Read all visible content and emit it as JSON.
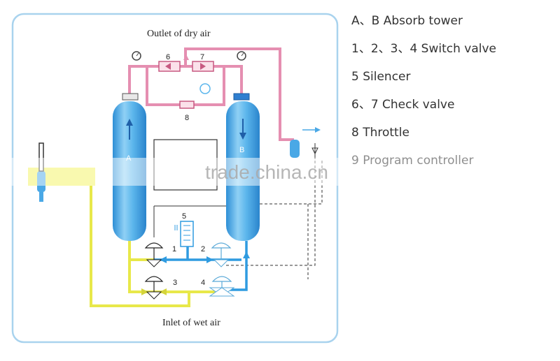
{
  "diagram": {
    "outlet_label": "Outlet of dry air",
    "inlet_label": "Inlet of wet air",
    "tower_a_label": "A",
    "tower_b_label": "B",
    "callouts": {
      "n1": "1",
      "n2": "2",
      "n3": "3",
      "n4": "4",
      "n5": "5",
      "n6": "6",
      "n7": "7",
      "n8": "8"
    },
    "watermark": "trade.china.cn",
    "colors": {
      "dry_air_pipe": "#e58fb1",
      "wet_air_pipe": "#e8e84a",
      "regen_pipe": "#2f9be0",
      "tower_fill": "#4aa8e6",
      "frame": "#a9d3ee"
    }
  },
  "legend": {
    "items": [
      "A、B Absorb tower",
      "1、2、3、4 Switch valve",
      "5 Silencer",
      "6、7 Check valve",
      "8 Throttle",
      "9 Program controller"
    ]
  }
}
